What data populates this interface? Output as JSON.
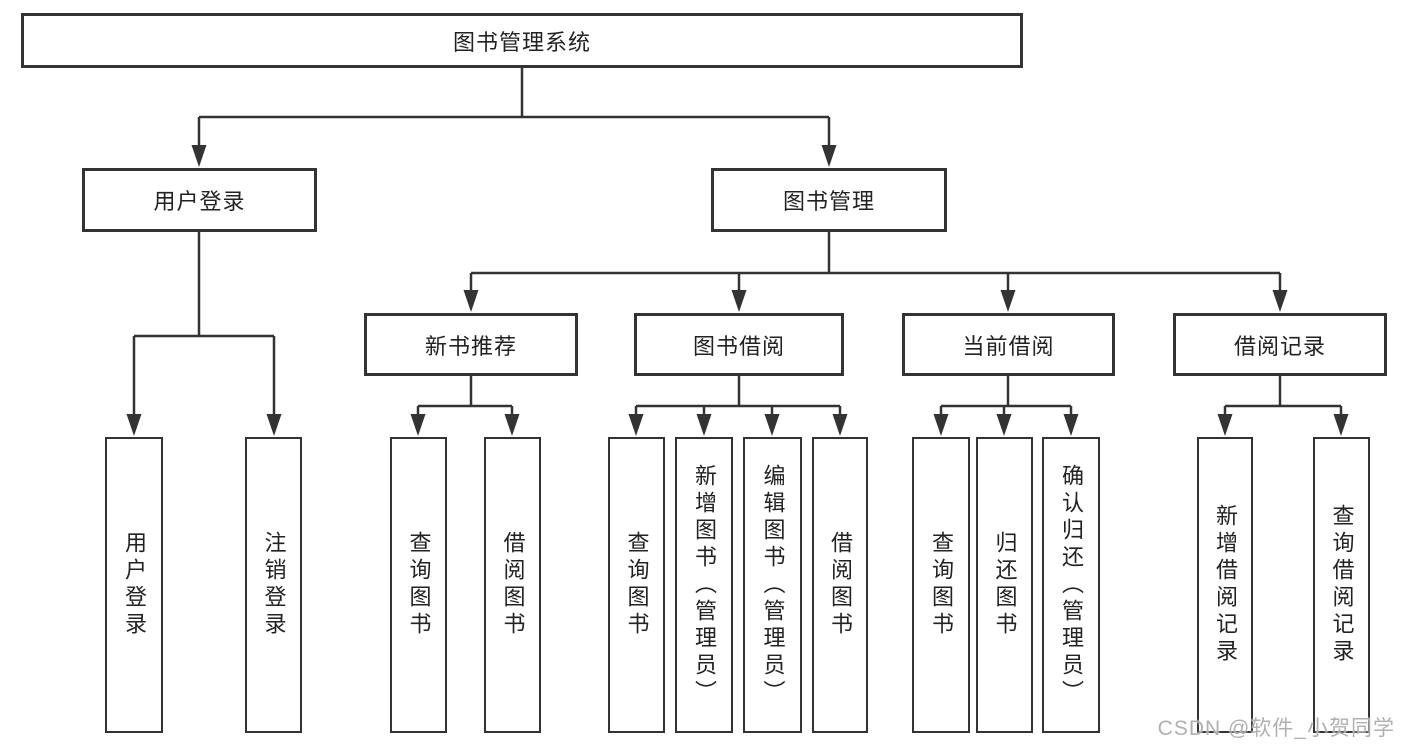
{
  "root": {
    "label": "图书管理系统"
  },
  "level2": {
    "user_login": {
      "label": "用户登录"
    },
    "book_mgmt": {
      "label": "图书管理"
    }
  },
  "level3": {
    "new_book": {
      "label": "新书推荐"
    },
    "book_borrow": {
      "label": "图书借阅"
    },
    "current_borrow": {
      "label": "当前借阅"
    },
    "borrow_record": {
      "label": "借阅记录"
    }
  },
  "leaves": {
    "user_login_leaf": {
      "label": "用户登录"
    },
    "logout": {
      "label": "注销登录"
    },
    "nb_query": {
      "label": "查询图书"
    },
    "nb_borrow": {
      "label": "借阅图书"
    },
    "bb_query": {
      "label": "查询图书"
    },
    "bb_add": {
      "label": "新增图书（管理员）"
    },
    "bb_edit": {
      "label": "编辑图书（管理员）"
    },
    "bb_borrow": {
      "label": "借阅图书"
    },
    "cb_query": {
      "label": "查询图书"
    },
    "cb_return": {
      "label": "归还图书"
    },
    "cb_confirm": {
      "label": "确认归还（管理员）"
    },
    "br_add": {
      "label": "新增借阅记录"
    },
    "br_query": {
      "label": "查询借阅记录"
    }
  },
  "watermark": {
    "text": "CSDN @软件_小贺同学"
  },
  "colors": {
    "line": "#333333",
    "text": "#222222",
    "watermark": "#acacac",
    "background": "#ffffff"
  }
}
